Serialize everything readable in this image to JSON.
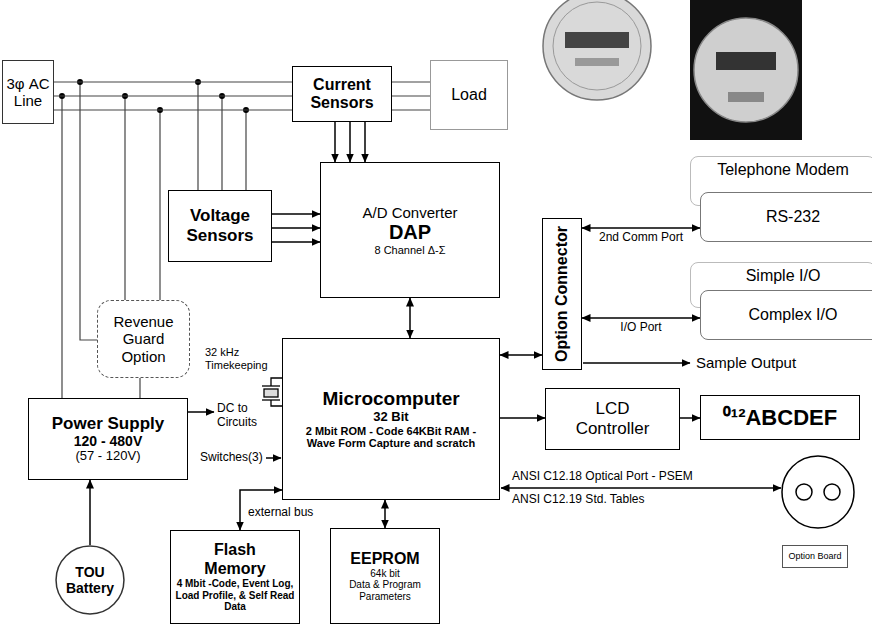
{
  "diagram": {
    "nodes": [
      {
        "text": [
          "3φ AC Line"
        ]
      },
      {
        "text": [
          "Current Sensors"
        ]
      },
      {
        "text": [
          "Load"
        ]
      },
      {
        "text": [
          "Voltage Sensors"
        ]
      },
      {
        "text": [
          "A/D Converter",
          "DAP",
          "8 Channel Δ-Σ"
        ]
      },
      {
        "text": [
          "Revenue Guard Option"
        ]
      },
      {
        "text": [
          "Power Supply",
          "120 - 480V",
          "(57 - 120V)"
        ]
      },
      {
        "text": [
          "Microcomputer",
          "32 Bit",
          "2 Mbit ROM - Code 64KBit RAM - Wave Form Capture and scratch"
        ]
      },
      {
        "text": [
          "Option Connector"
        ]
      },
      {
        "text": [
          "Telephone Modem"
        ]
      },
      {
        "text": [
          "RS-232"
        ]
      },
      {
        "text": [
          "Simple I/O"
        ]
      },
      {
        "text": [
          "Complex I/O"
        ]
      },
      {
        "text": [
          "LCD Controller"
        ]
      },
      {
        "text": [
          "⁰¹²ABCDEF"
        ]
      },
      {
        "text": [
          "TOU Battery"
        ]
      },
      {
        "text": [
          "Flash Memory",
          "4 Mbit -Code, Event Log, Load Profile, & Self Read Data"
        ]
      },
      {
        "text": [
          "EEPROM",
          "64k bit",
          "Data & Program Parameters"
        ]
      },
      {
        "text": [
          "Option Board"
        ]
      }
    ],
    "edges": [
      {
        "from": 0,
        "to": 1,
        "arrow": "none"
      },
      {
        "from": 0,
        "to": 1,
        "arrow": "none"
      },
      {
        "from": 0,
        "to": 1,
        "arrow": "none"
      },
      {
        "from": 1,
        "to": 2,
        "arrow": "none"
      },
      {
        "from": 1,
        "to": 2,
        "arrow": "none"
      },
      {
        "from": 1,
        "to": 2,
        "arrow": "none"
      },
      {
        "from": 1,
        "to": 4,
        "arrow": "to"
      },
      {
        "from": 1,
        "to": 4,
        "arrow": "to"
      },
      {
        "from": 1,
        "to": 4,
        "arrow": "to"
      },
      {
        "from": 3,
        "to": 4,
        "arrow": "to"
      },
      {
        "from": 3,
        "to": 4,
        "arrow": "to"
      },
      {
        "from": 3,
        "to": 4,
        "arrow": "to"
      },
      {
        "from": 4,
        "to": 7,
        "arrow": "both"
      },
      {
        "from": 7,
        "to": 8,
        "arrow": "both"
      },
      {
        "from": 8,
        "to": 10,
        "arrow": "both",
        "label": "2nd Comm Port"
      },
      {
        "from": 8,
        "to": 12,
        "arrow": "both",
        "label": "I/O Port"
      },
      {
        "from": 7,
        "to": 13,
        "arrow": "to"
      },
      {
        "from": 13,
        "to": 14,
        "arrow": "to"
      },
      {
        "from": 5,
        "to": 6,
        "arrow": "none"
      },
      {
        "from": 15,
        "to": 6,
        "arrow": "to"
      },
      {
        "from": 7,
        "to": 16,
        "arrow": "both",
        "label": "external bus"
      },
      {
        "from": 7,
        "to": 17,
        "arrow": "both"
      }
    ],
    "labels": [
      "32 kHz Timekeeping",
      "DC to Circuits",
      "Switches(3)",
      "Sample Output",
      "ANSI C12.18 Optical Port - PSEM",
      "ANSI C12.19 Std. Tables"
    ]
  }
}
